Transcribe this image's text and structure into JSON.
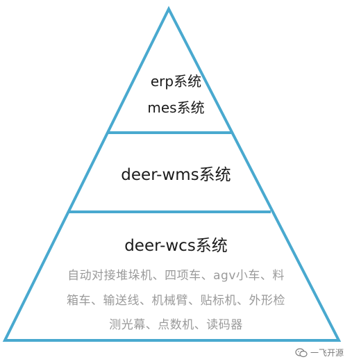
{
  "diagram": {
    "stroke_color": "#49a9cf",
    "top_tier": {
      "lines": [
        "erp系统",
        "mes系统"
      ]
    },
    "middle_tier": {
      "label": "deer-wms系统"
    },
    "base_tier": {
      "title": "deer-wcs系统",
      "description_lines": [
        "自动对接堆垛机、四项车、agv小车、料",
        "箱车、输送线、机械臂、贴标机、外形检",
        "测光幕、点数机、读码器"
      ]
    }
  },
  "watermark": {
    "text": "一飞开源",
    "icon": "wechat-icon"
  }
}
